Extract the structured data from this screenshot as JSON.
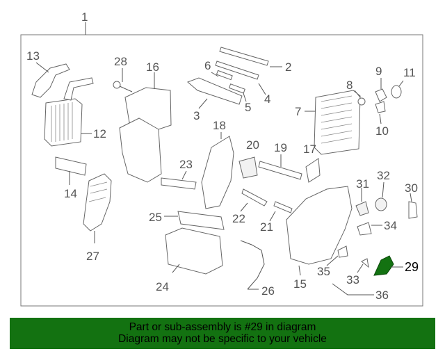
{
  "diagram": {
    "main_callout": "1",
    "highlight_callout": "29",
    "callouts": [
      "2",
      "3",
      "4",
      "5",
      "6",
      "7",
      "8",
      "9",
      "10",
      "11",
      "12",
      "13",
      "14",
      "15",
      "16",
      "17",
      "18",
      "19",
      "20",
      "21",
      "22",
      "23",
      "24",
      "25",
      "26",
      "27",
      "28",
      "30",
      "31",
      "32",
      "33",
      "34",
      "35",
      "36"
    ]
  },
  "banner": {
    "line1": "Part or sub-assembly is #29 in diagram",
    "line2": "Diagram may not be specific to your vehicle",
    "background": "#137211"
  },
  "colors": {
    "highlight_part": "#137211",
    "outline": "#666666"
  }
}
